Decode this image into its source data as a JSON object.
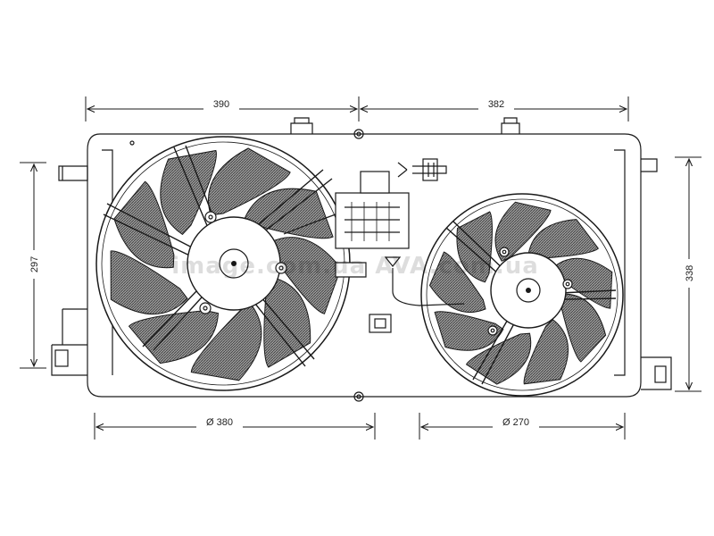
{
  "dimensions": {
    "top_left_width": "390",
    "top_right_width": "382",
    "left_height": "297",
    "right_height": "338",
    "left_fan_diameter": "Ø 380",
    "right_fan_diameter": "Ø 270"
  },
  "watermark": "image.com.ua AVA.com.ua",
  "colors": {
    "line": "#1a1a1a",
    "blade_fill": "#8a8a8a",
    "background": "#ffffff"
  }
}
